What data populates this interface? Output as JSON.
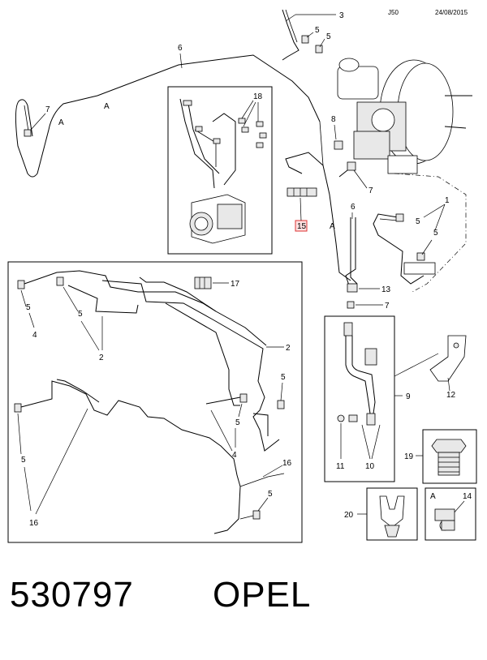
{
  "header": {
    "code": "J50",
    "date": "24/08/2015"
  },
  "callouts": {
    "c1": "1",
    "c2": "2",
    "c3": "3",
    "c4": "4",
    "c5": "5",
    "c6": "6",
    "c7": "7",
    "c8": "8",
    "c9": "9",
    "c10": "10",
    "c11": "11",
    "c12": "12",
    "c13": "13",
    "c14": "14",
    "c15": "15",
    "c16": "16",
    "c17": "17",
    "c18": "18",
    "c19": "19",
    "c20": "20"
  },
  "markers": {
    "a": "A"
  },
  "footer": {
    "part_number": "530797",
    "brand": "OPEL"
  }
}
